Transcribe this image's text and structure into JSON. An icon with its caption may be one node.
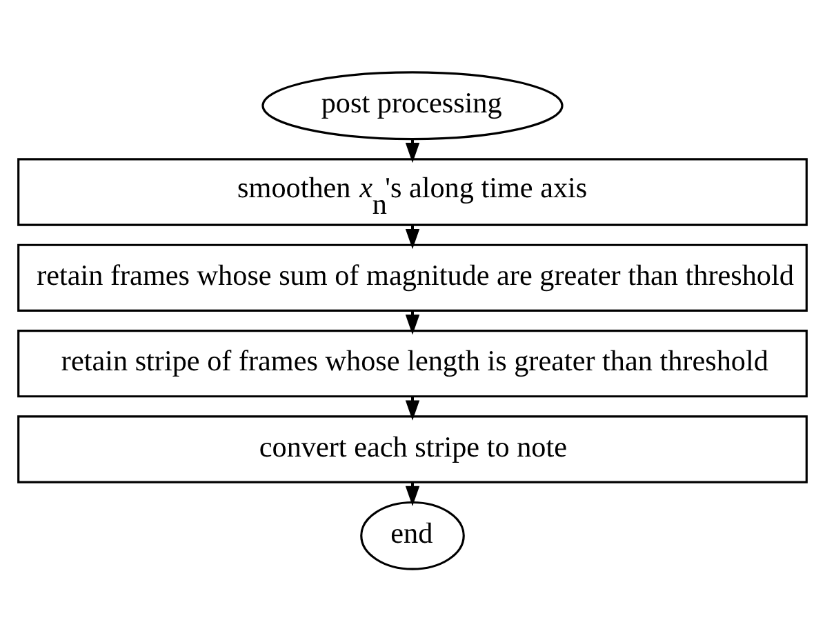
{
  "diagram": {
    "nodes": [
      {
        "text": [
          "post processing"
        ]
      },
      {
        "text": [
          "smoothen *x*$_{n}$'s along time axis"
        ]
      },
      {
        "text": [
          "retain frames whose sum of magnitude are greater than threshold"
        ]
      },
      {
        "text": [
          "retain stripe of frames whose length is greater than threshold"
        ]
      },
      {
        "text": [
          "convert each stripe to note"
        ]
      },
      {
        "text": [
          "end"
        ]
      }
    ],
    "edges": [
      {
        "from": 0,
        "to": 1,
        "arrow": "to"
      },
      {
        "from": 1,
        "to": 2,
        "arrow": "to"
      },
      {
        "from": 2,
        "to": 3,
        "arrow": "to"
      },
      {
        "from": 3,
        "to": 4,
        "arrow": "to"
      },
      {
        "from": 4,
        "to": 5,
        "arrow": "to"
      }
    ]
  }
}
